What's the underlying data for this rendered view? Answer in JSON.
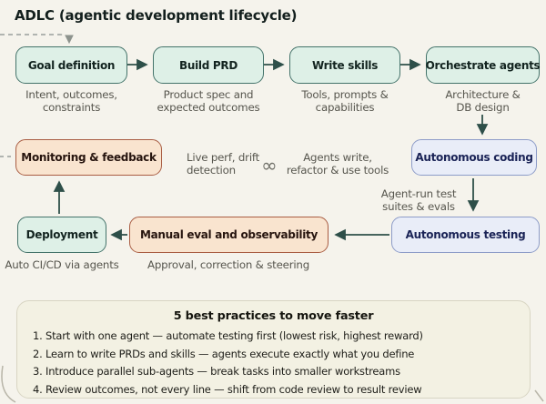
{
  "title": "ADLC (agentic development lifecycle)",
  "stages": {
    "goal": {
      "label": "Goal definition",
      "sub": "Intent, outcomes,\nconstraints"
    },
    "prd": {
      "label": "Build PRD",
      "sub": "Product spec and\nexpected outcomes"
    },
    "skills": {
      "label": "Write skills",
      "sub": "Tools, prompts &\ncapabilities"
    },
    "orchestrate": {
      "label": "Orchestrate agents",
      "sub": "Architecture &\nDB design"
    },
    "monitoring": {
      "label": "Monitoring & feedback"
    },
    "coding": {
      "label": "Autonomous coding"
    },
    "deployment": {
      "label": "Deployment",
      "sub": "Auto CI/CD via agents"
    },
    "manual": {
      "label": "Manual eval and observability",
      "sub": "Approval, correction & steering"
    },
    "testing": {
      "label": "Autonomous testing"
    }
  },
  "annotations": {
    "live_perf": "Live perf, drift\ndetection",
    "infinity_symbol": "∞",
    "agents_write": "Agents write,\nrefactor & use tools",
    "agent_run_tests": "Agent-run test\nsuites & evals"
  },
  "best_practices": {
    "title": "5 best practices to move faster",
    "items": [
      "1. Start with one agent — automate testing first (lowest risk, highest reward)",
      "2. Learn to write PRDs and skills — agents execute exactly what you define",
      "3. Introduce parallel sub-agents — break tasks into smaller workstreams",
      "4. Review outcomes, not every line — shift from code review to result review"
    ]
  },
  "colors": {
    "background": "#f5f3ec",
    "green_fill": "#def0e7",
    "green_border": "#44736a",
    "peach_fill": "#f9e4cf",
    "peach_border": "#a95d43",
    "blue_fill": "#e9edf8",
    "blue_border": "#8d9cc8",
    "arrow": "#2e4f49",
    "dashed_line": "#9aa09b"
  }
}
